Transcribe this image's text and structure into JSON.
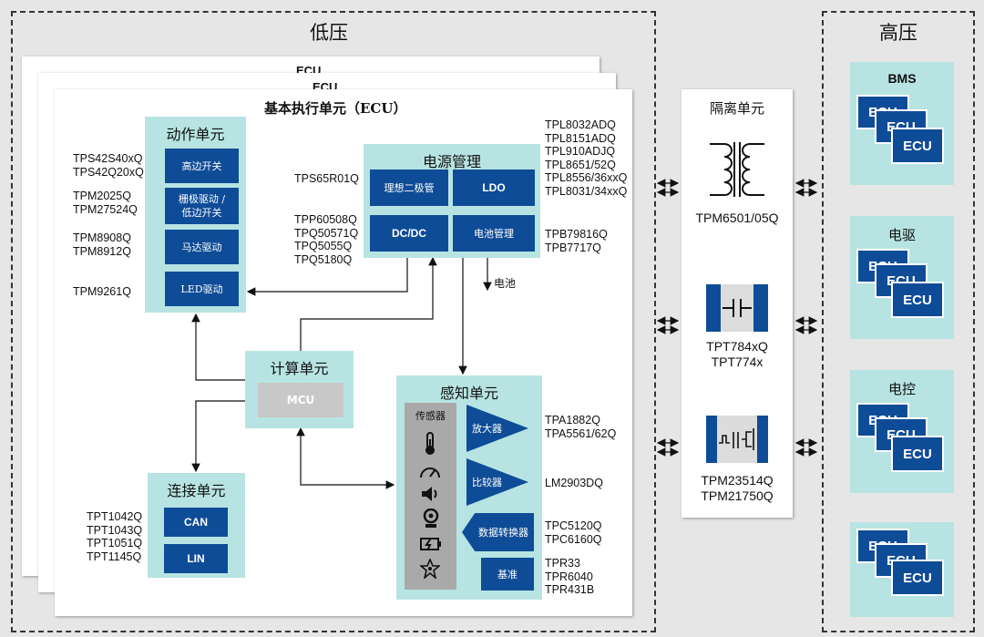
{
  "regions": {
    "low_voltage": "低压",
    "high_voltage": "高压"
  },
  "ecu_stack": {
    "back_label": "ECU",
    "mid_label": "ECU",
    "title": "基本执行单元（ECU）"
  },
  "action_unit": {
    "title": "动作单元",
    "blocks": [
      {
        "label": "高边开关",
        "parts": "TPS42S40xQ\nTPS42Q20xQ"
      },
      {
        "label": "栅极驱动 /\n低边开关",
        "parts": "TPM2025Q\nTPM27524Q"
      },
      {
        "label": "马达驱动",
        "parts": "TPM8908Q\nTPM8912Q"
      },
      {
        "label": "LED驱动",
        "parts": "TPM9261Q"
      }
    ]
  },
  "power_unit": {
    "title": "电源管理",
    "blocks": {
      "ideal_diode": "理想二极管",
      "ldo": "LDO",
      "dcdc": "DC/DC",
      "battery_mgmt": "电池管理"
    },
    "parts_ideal_diode": "TPS65R01Q",
    "parts_ldo": "TPL8032ADQ\nTPL8151ADQ\nTPL910ADJQ\nTPL8651/52Q\nTPL8556/36xxQ\nTPL8031/34xxQ",
    "parts_dcdc": "TPP60508Q\nTPQ50571Q\nTPQ5055Q\nTPQ5180Q",
    "parts_battery": "TPB79816Q\nTPB7717Q",
    "battery_label": "电池"
  },
  "compute_unit": {
    "title": "计算单元",
    "mcu": "MCU"
  },
  "connect_unit": {
    "title": "连接单元",
    "can": "CAN",
    "lin": "LIN",
    "parts": "TPT1042Q\nTPT1043Q\nTPT1051Q\nTPT1145Q"
  },
  "sense_unit": {
    "title": "感知单元",
    "sensor": "传感器",
    "amplifier": "放大器",
    "comparator": "比较器",
    "converter": "数据转换器",
    "reference": "基准",
    "parts_amp": "TPA1882Q\nTPA5561/62Q",
    "parts_cmp": "LM2903DQ",
    "parts_adc": "TPC5120Q\nTPC6160Q",
    "parts_ref": "TPR33\nTPR6040\nTPR431B",
    "sensor_icons": [
      "thermometer-icon",
      "gauge-icon",
      "speaker-icon",
      "camera-icon",
      "battery-icon",
      "radar-icon"
    ]
  },
  "isolation_unit": {
    "title": "隔离单元",
    "parts_transformer": "TPM6501/05Q",
    "parts_capacitor": "TPT784xQ\nTPT774x",
    "parts_driver": "TPM23514Q\nTPM21750Q"
  },
  "hv_groups": [
    {
      "title": "BMS",
      "card_label": "ECU"
    },
    {
      "title": "电驱",
      "card_label": "ECU"
    },
    {
      "title": "电控",
      "card_label": "ECU"
    },
    {
      "title": "",
      "card_label": "ECU"
    }
  ],
  "colors": {
    "block": "#0f4c97",
    "group": "#b7e4e2",
    "sensor_col": "#a9a9a9",
    "mcu": "#c8c8c8"
  }
}
